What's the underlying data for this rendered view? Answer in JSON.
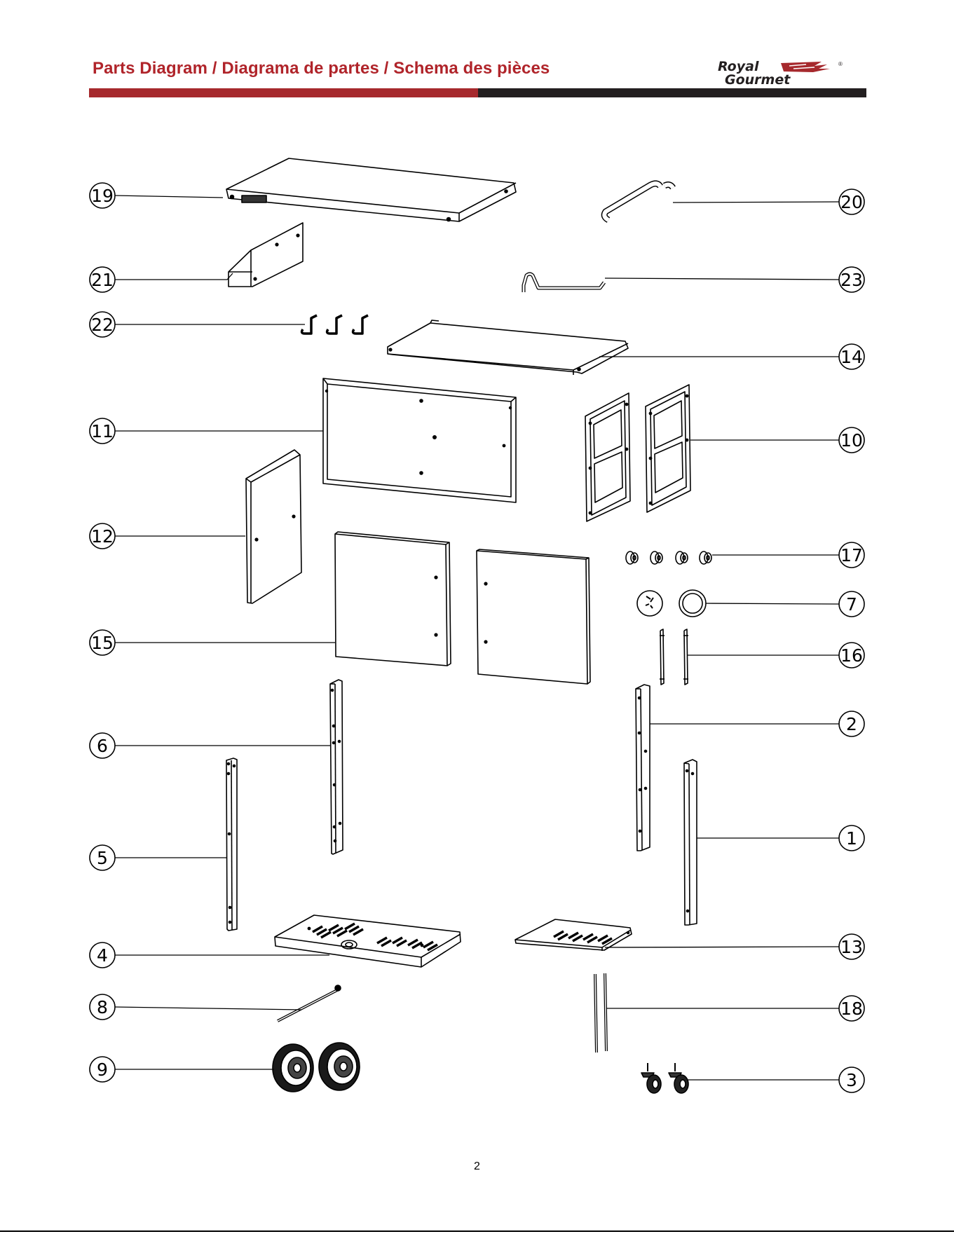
{
  "header": {
    "title": "Parts Diagram / Diagrama de partes / Schema des pièces",
    "brand_line1": "Royal",
    "brand_line2": "Gourmet",
    "registered_mark": "®",
    "colors": {
      "title": "#b0242a",
      "bar_red": "#a6292d",
      "bar_dark": "#231f20"
    }
  },
  "callouts": [
    "1",
    "2",
    "3",
    "4",
    "5",
    "6",
    "7",
    "8",
    "9",
    "10",
    "11",
    "12",
    "13",
    "14",
    "15",
    "16",
    "17",
    "18",
    "19",
    "20",
    "21",
    "22",
    "23"
  ],
  "footer": {
    "page_number": "2"
  }
}
